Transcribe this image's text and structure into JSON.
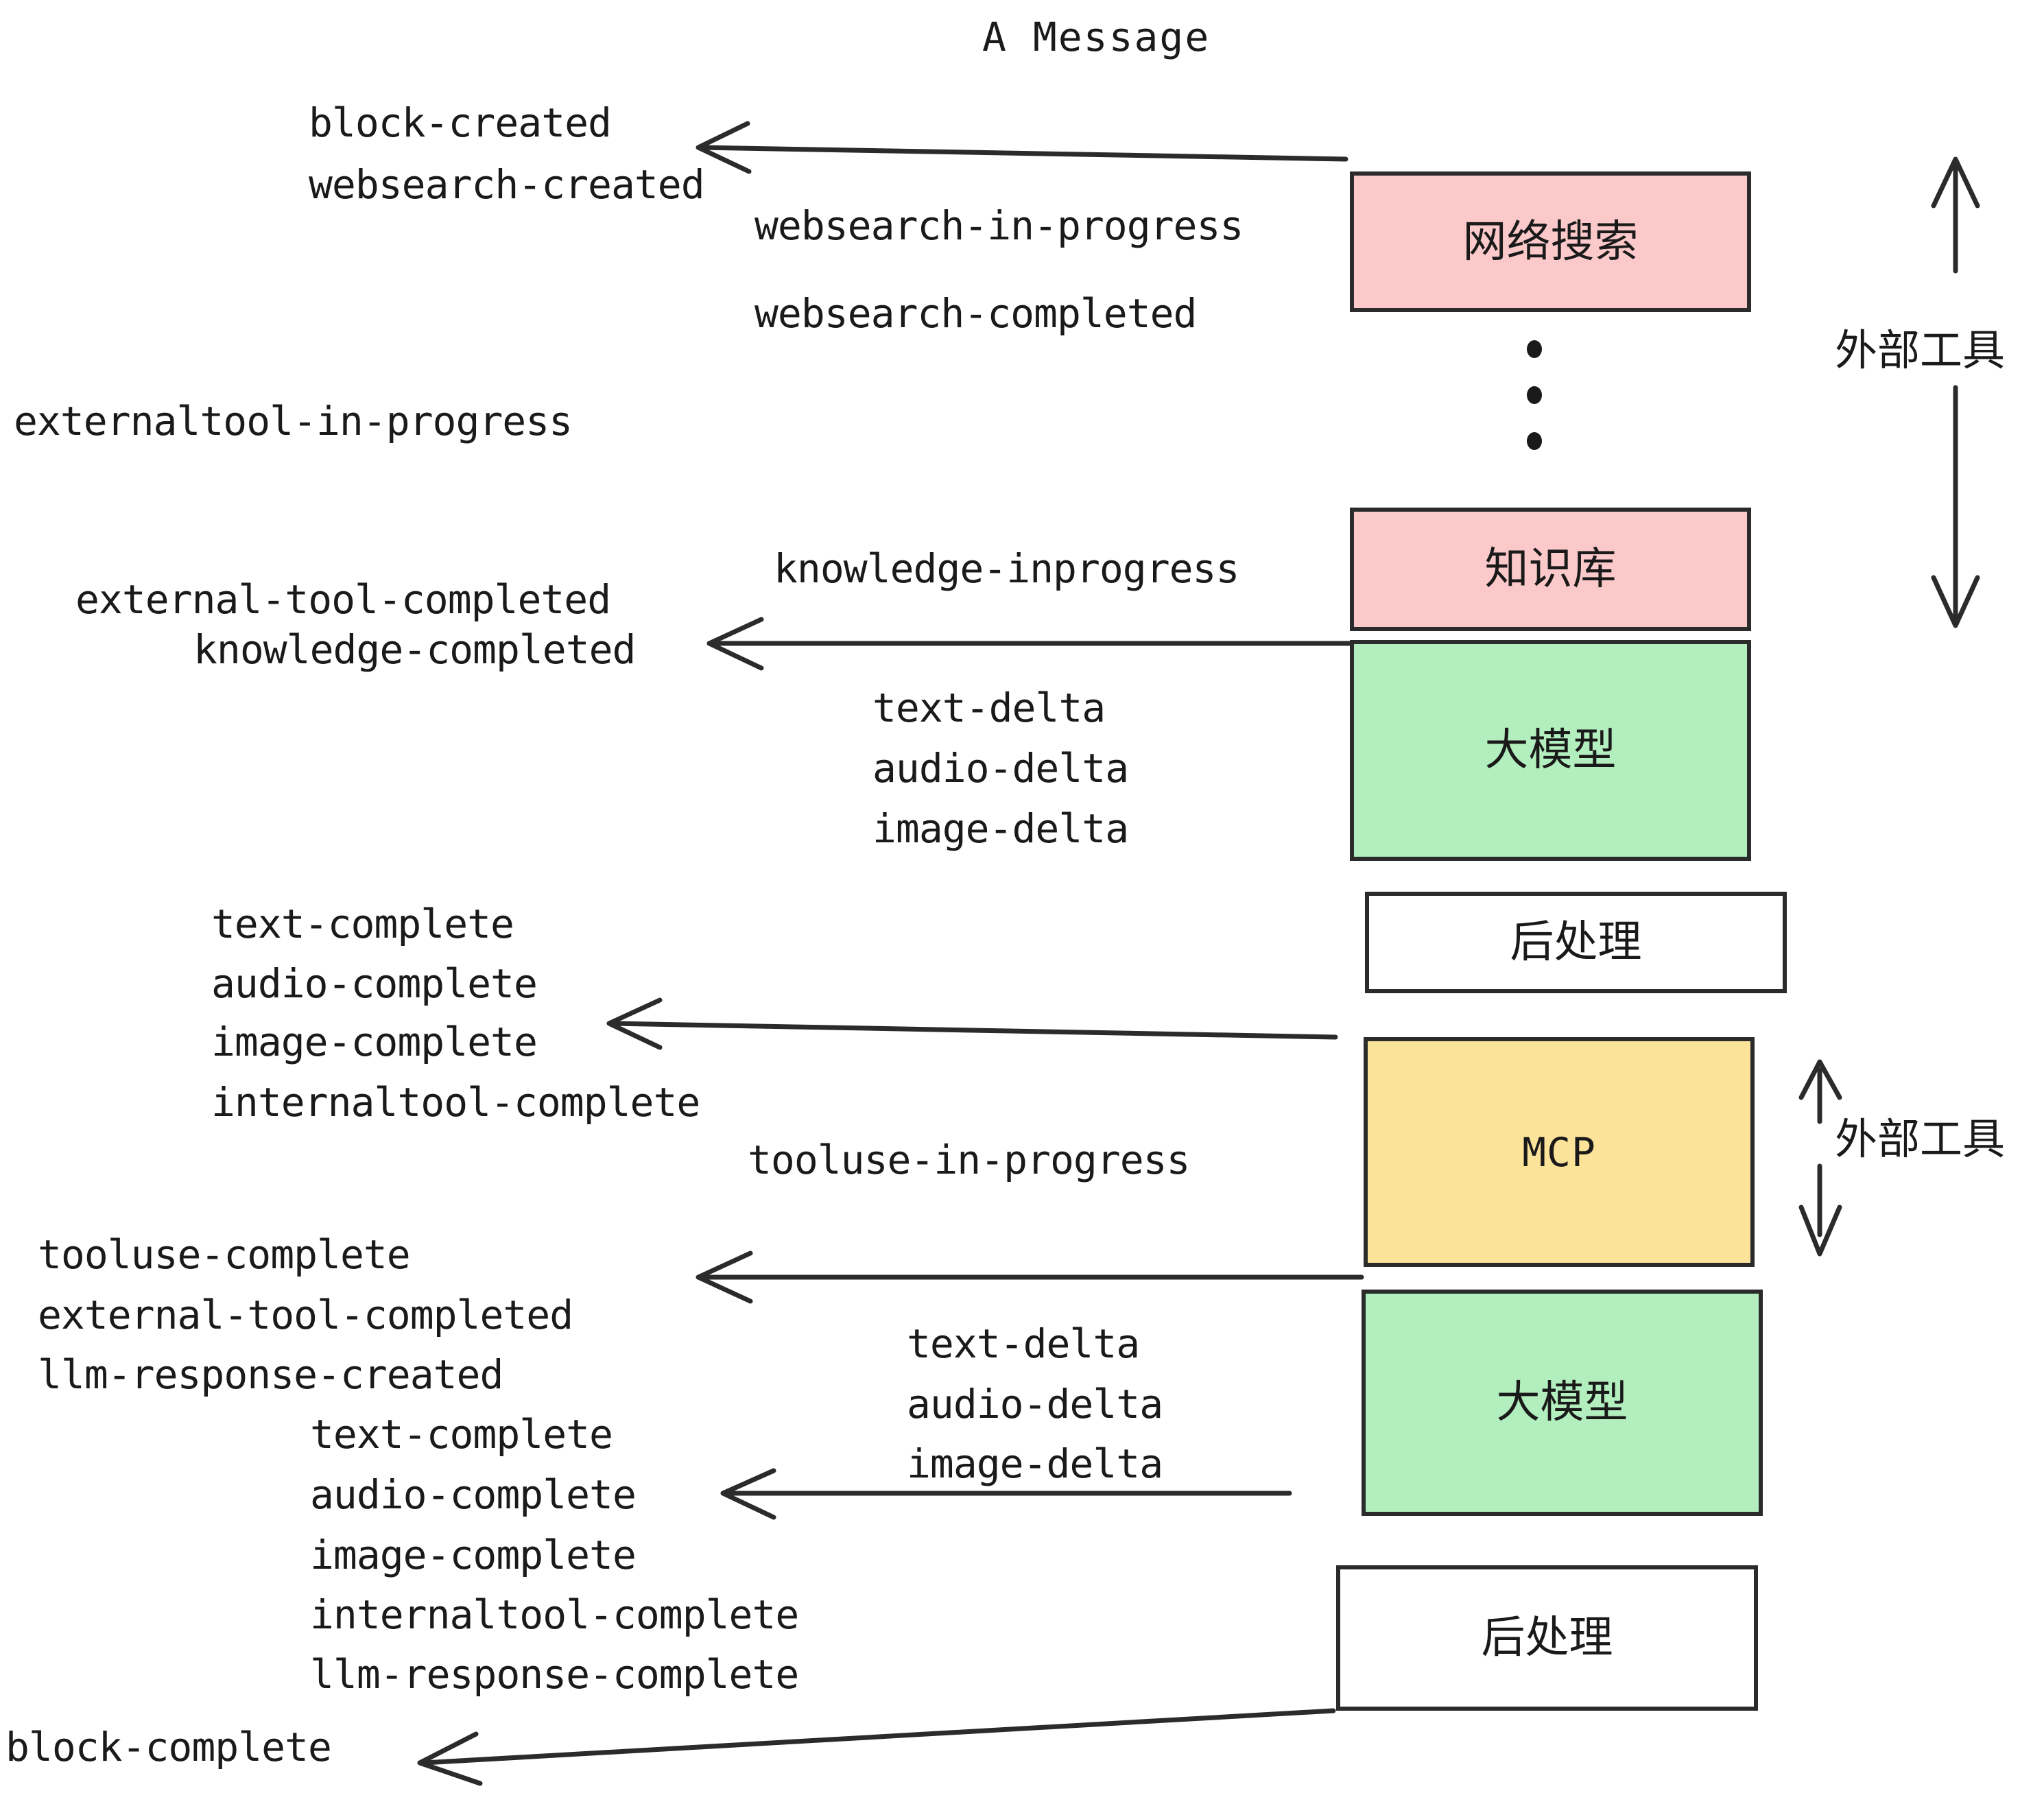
{
  "title": "A Message",
  "boxes": [
    {
      "label": "网络搜索",
      "color": "#fbc9c9",
      "name": "web-search-box"
    },
    {
      "label": "知识库",
      "color": "#fbc9c9",
      "name": "knowledge-base-box"
    },
    {
      "label": "大模型",
      "color": "#b3efbe",
      "name": "llm-box-1"
    },
    {
      "label": "后处理",
      "color": "#ffffff",
      "name": "postprocess-box-1"
    },
    {
      "label": "MCP",
      "color": "#fbe49a",
      "name": "mcp-box"
    },
    {
      "label": "大模型",
      "color": "#b3efbe",
      "name": "llm-box-2"
    },
    {
      "label": "后处理",
      "color": "#ffffff",
      "name": "postprocess-box-2"
    }
  ],
  "side_labels": [
    {
      "text": "外部工具",
      "name": "external-tool-label-top"
    },
    {
      "text": "外部工具",
      "name": "external-tool-label-bottom"
    }
  ],
  "events": {
    "block_created": "block-created",
    "websearch_created": "websearch-created",
    "websearch_in_progress": "websearch-in-progress",
    "websearch_completed": "websearch-completed",
    "externaltool_in_progress": "externaltool-in-progress",
    "knowledge_inprogress": "knowledge-inprogress",
    "external_tool_completed_1": "external-tool-completed",
    "knowledge_completed": "knowledge-completed",
    "text_delta_1": "text-delta",
    "audio_delta_1": "audio-delta",
    "image_delta_1": "image-delta",
    "text_complete_1": "text-complete",
    "audio_complete_1": "audio-complete",
    "image_complete_1": "image-complete",
    "internaltool_complete_1": "internaltool-complete",
    "tooluse_in_progress": "tooluse-in-progress",
    "tooluse_complete": "tooluse-complete",
    "external_tool_completed_2": "external-tool-completed",
    "llm_response_created": "llm-response-created",
    "text_delta_2": "text-delta",
    "audio_delta_2": "audio-delta",
    "image_delta_2": "image-delta",
    "text_complete_2": "text-complete",
    "audio_complete_2": "audio-complete",
    "image_complete_2": "image-complete",
    "internaltool_complete_2": "internaltool-complete",
    "llm_response_complete": "llm-response-complete",
    "block_complete": "block-complete"
  },
  "colors": {
    "stroke": "#2b2b2b",
    "text": "#1a1a1a",
    "pink": "#fbc9c9",
    "green": "#b3efbe",
    "yellow": "#fbe49a",
    "white": "#ffffff"
  }
}
